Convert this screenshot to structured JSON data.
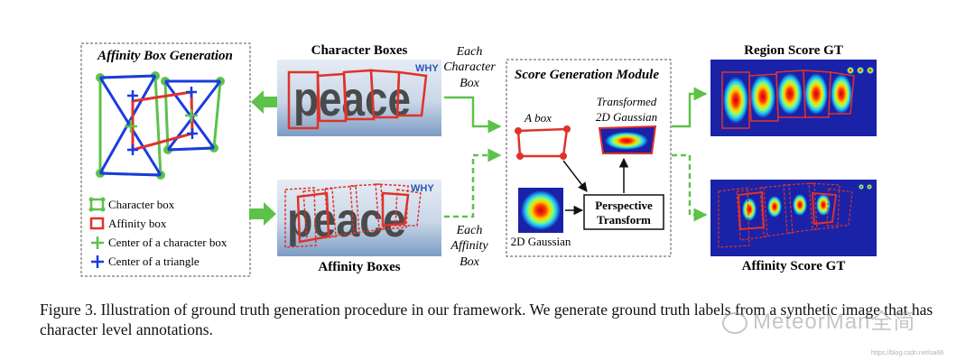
{
  "diagram": {
    "affinity_panel": {
      "title": "Affinity Box Generation",
      "legend": [
        {
          "label": "Character box",
          "color": "#5cc24a"
        },
        {
          "label": "Affinity box",
          "color": "#e0322a"
        },
        {
          "label": "Center of a character box",
          "color": "#5cc24a"
        },
        {
          "label": "Center of a triangle",
          "color": "#1a3ce0"
        }
      ]
    },
    "character_boxes": {
      "title": "Character Boxes",
      "word": "peace",
      "brand": "WHY"
    },
    "affinity_boxes": {
      "title": "Affinity Boxes",
      "word": "peace",
      "brand": "WHY"
    },
    "arrow_labels": {
      "each_character_box": [
        "Each",
        "Character",
        "Box"
      ],
      "each_affinity_box": [
        "Each",
        "Affinity",
        "Box"
      ]
    },
    "score_module": {
      "title": "Score Generation Module",
      "a_box": "A box",
      "transformed_gaussian": [
        "Transformed",
        "2D Gaussian"
      ],
      "gaussian": "2D Gaussian",
      "perspective": [
        "Perspective",
        "Transform"
      ]
    },
    "outputs": {
      "region": "Region Score GT",
      "affinity": "Affinity Score GT"
    },
    "colors": {
      "green": "#5cc24a",
      "red": "#e0322a",
      "blue": "#1a3ce0",
      "heat_bg": "#1a22a8"
    }
  },
  "caption": "Figure 3. Illustration of ground truth generation procedure in our framework. We generate ground truth labels from a synthetic image that has character level annotations.",
  "watermark": "MeteorMan全简",
  "url": "https://blog.csdn.net/oa66"
}
